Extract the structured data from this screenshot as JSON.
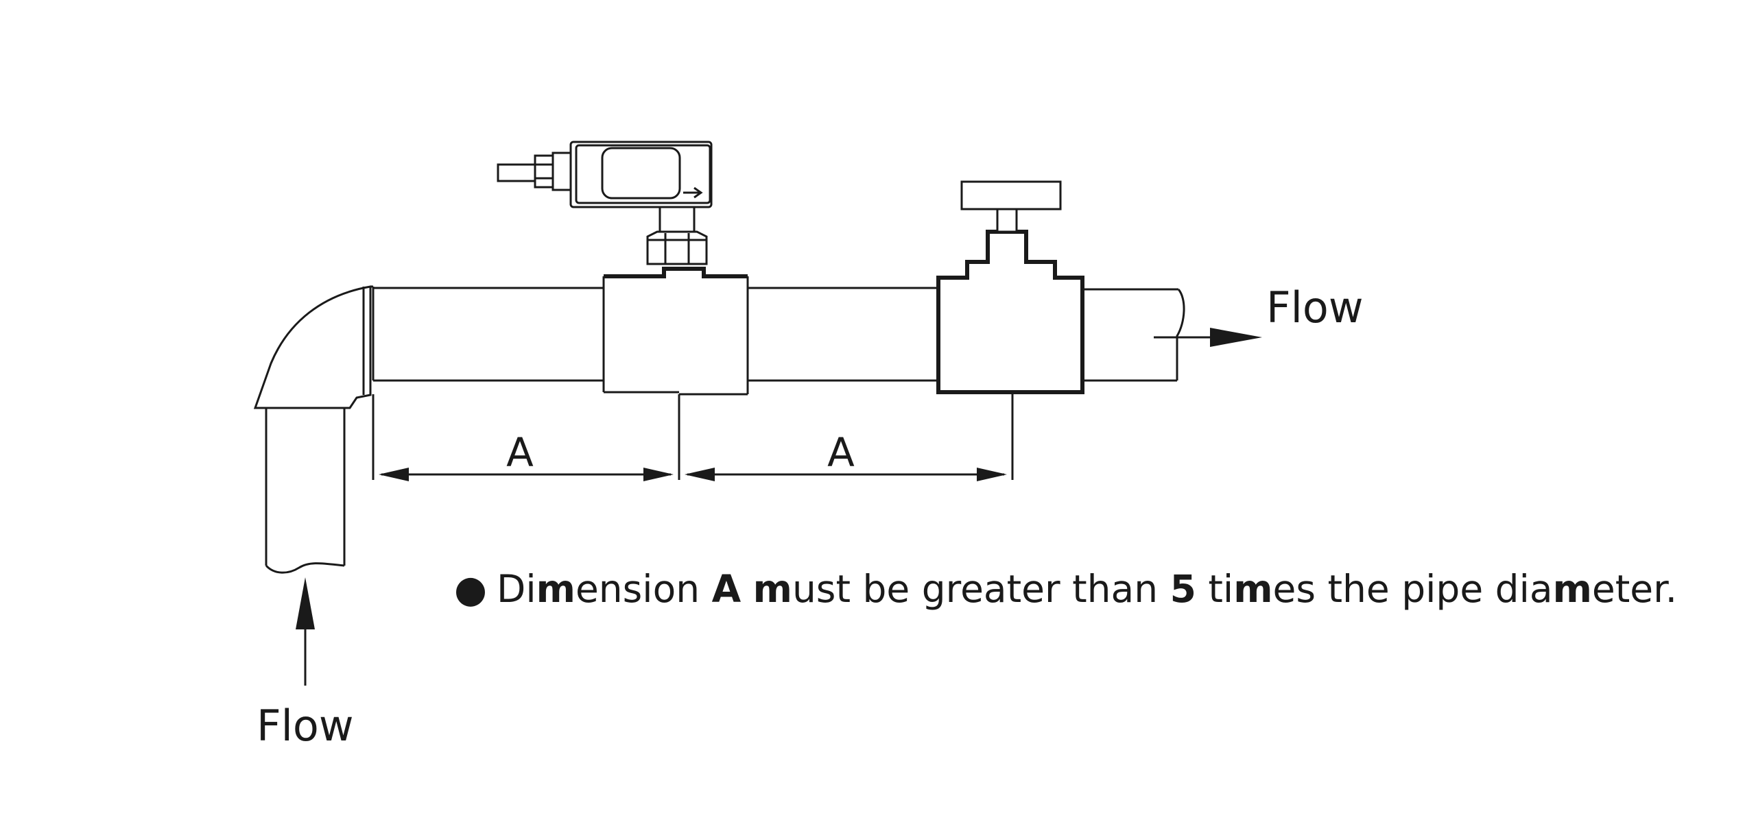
{
  "labels": {
    "flow_in": "Flow",
    "flow_out": "Flow",
    "dimension_1": "A",
    "dimension_2": "A"
  },
  "note": {
    "bullet": "●",
    "parts": [
      {
        "text": "D",
        "bold": false
      },
      {
        "text": "i",
        "bold": false
      },
      {
        "text": "m",
        "bold": true
      },
      {
        "text": "ension ",
        "bold": false
      },
      {
        "text": "A",
        "bold": true
      },
      {
        "text": " ",
        "bold": false
      },
      {
        "text": "m",
        "bold": true
      },
      {
        "text": "ust be greater than ",
        "bold": false
      },
      {
        "text": "5",
        "bold": true
      },
      {
        "text": " ti",
        "bold": false
      },
      {
        "text": "m",
        "bold": true
      },
      {
        "text": "es the pipe dia",
        "bold": false
      },
      {
        "text": "m",
        "bold": true
      },
      {
        "text": "eter.",
        "bold": false
      }
    ]
  },
  "colors": {
    "line": "#1a1a1a",
    "background": "#ffffff"
  }
}
